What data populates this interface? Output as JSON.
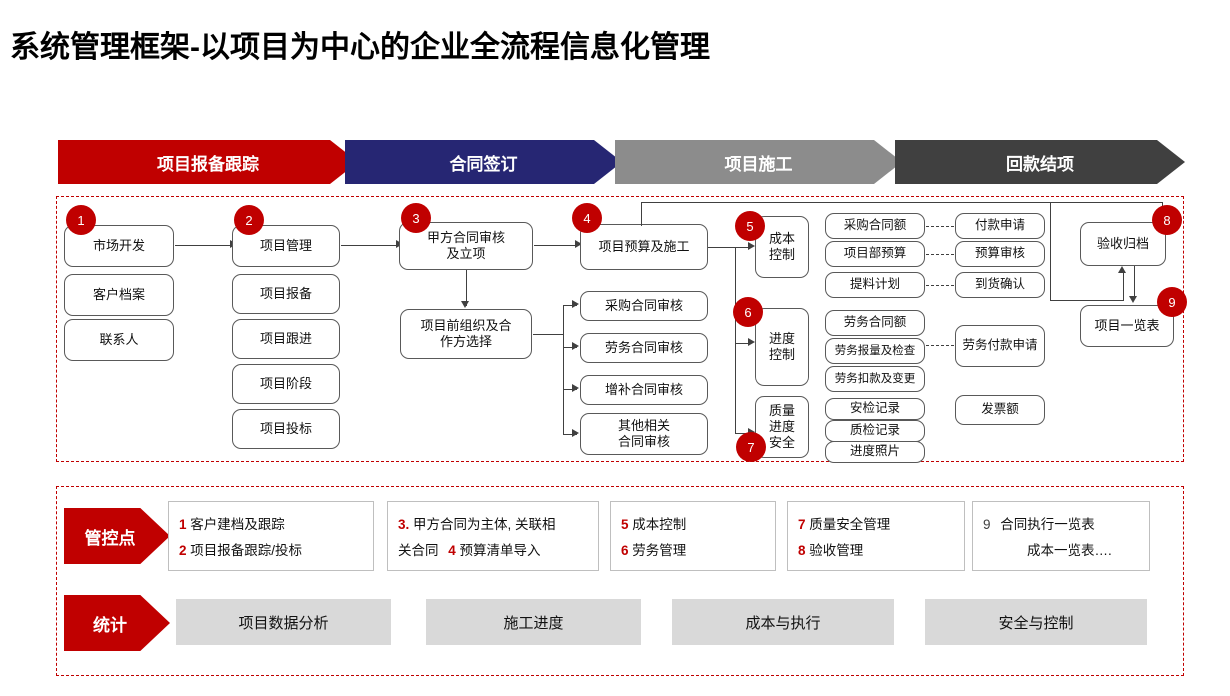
{
  "page_title": "系统管理框架-以项目为中心的企业全流程信息化管理",
  "colors": {
    "red": "#C00000",
    "navy": "#262673",
    "gray": "#8C8C8C",
    "dark_gray": "#404040",
    "stat_bg": "#D9D9D9"
  },
  "phases": [
    {
      "label": "项目报备跟踪",
      "color": "#C00000"
    },
    {
      "label": "合同签订",
      "color": "#262673"
    },
    {
      "label": "项目施工",
      "color": "#8C8C8C"
    },
    {
      "label": "回款结项",
      "color": "#404040"
    }
  ],
  "flow": {
    "col1": {
      "badge": "1",
      "main": "市场开发",
      "items": [
        "客户档案",
        "联系人"
      ]
    },
    "col2": {
      "badge": "2",
      "main": "项目管理",
      "items": [
        "项目报备",
        "项目跟进",
        "项目阶段",
        "项目投标"
      ]
    },
    "col3": {
      "badge": "3",
      "main": "甲方合同审核\n及立项",
      "main_l1": "甲方合同审核",
      "main_l2": "及立项",
      "sub_l1": "项目前组织及合",
      "sub_l2": "作方选择"
    },
    "col4": {
      "badge": "4",
      "main": "项目预算及施工",
      "contracts": [
        "采购合同审核",
        "劳务合同审核",
        "增补合同审核"
      ],
      "contract_last_l1": "其他相关",
      "contract_last_l2": "合同审核"
    },
    "cost": {
      "badge": "5",
      "title_l1": "成本",
      "title_l2": "控制",
      "items": [
        "采购合同额",
        "项目部预算",
        "提料计划"
      ],
      "linked": [
        "付款申请",
        "预算审核",
        "到货确认"
      ]
    },
    "progress": {
      "badge": "6",
      "title_l1": "进度",
      "title_l2": "控制",
      "items": [
        "劳务合同额",
        "劳务报量及检查",
        "劳务扣款及变更"
      ],
      "linked": [
        "劳务付款申请"
      ]
    },
    "quality": {
      "badge": "7",
      "title_l1": "质量",
      "title_l2": "进度",
      "title_l3": "安全",
      "items": [
        "安检记录",
        "质检记录",
        "进度照片"
      ],
      "extra": [
        "发票额"
      ]
    },
    "accept": {
      "badge": "8",
      "label": "验收归档"
    },
    "list": {
      "badge": "9",
      "label": "项目一览表"
    }
  },
  "control_points": {
    "tag": "管控点",
    "cards": [
      {
        "lines": [
          {
            "num": "1",
            "text": "客户建档及跟踪"
          },
          {
            "num": "2",
            "text": "项目报备跟踪/投标"
          }
        ]
      },
      {
        "lines": [
          {
            "num": "3.",
            "text": "甲方合同为主体, 关联相"
          },
          {
            "num": "",
            "text": "关合同  4  预算清单导入",
            "num2": "4",
            "pre": "关合同",
            "post": "预算清单导入"
          }
        ]
      },
      {
        "lines": [
          {
            "num": "5",
            "text": "成本控制"
          },
          {
            "num": "6",
            "text": "劳务管理"
          }
        ]
      },
      {
        "lines": [
          {
            "num": "7",
            "text": "质量安全管理"
          },
          {
            "num": "8",
            "text": "验收管理"
          }
        ]
      },
      {
        "lines": [
          {
            "num": "9",
            "text": "合同执行一览表"
          },
          {
            "num": "",
            "text": "成本一览表…."
          }
        ]
      }
    ]
  },
  "statistics": {
    "tag": "统计",
    "items": [
      "项目数据分析",
      "施工进度",
      "成本与执行",
      "安全与控制"
    ]
  }
}
